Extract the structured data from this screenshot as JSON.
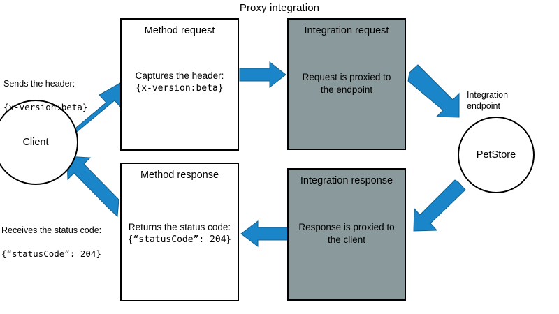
{
  "diagram": {
    "title": "Proxy integration",
    "type": "flow-diagram",
    "accent_color": "#1a85c8",
    "shaded_box_color": "#8a9a9c",
    "outline_color": "#000000",
    "background_color": "#ffffff"
  },
  "nodes": {
    "client": {
      "label": "Client",
      "shape": "circle"
    },
    "integration_endpoint": {
      "caption": "Integration\nendpoint",
      "label": "PetStore",
      "shape": "circle"
    },
    "method_request": {
      "title": "Method request",
      "body_line1": "Captures the header:",
      "body_line2": "{x-version:beta}",
      "shaded": false
    },
    "integration_request": {
      "title": "Integration request",
      "body_line1": "Request is proxied to",
      "body_line2": "the endpoint",
      "shaded": true
    },
    "method_response": {
      "title": "Method response",
      "body_line1": "Returns the status code:",
      "body_line2": "{“statusCode”: 204}",
      "shaded": false
    },
    "integration_response": {
      "title": "Integration response",
      "body_line1": "Response is proxied to",
      "body_line2": "the client",
      "shaded": true
    }
  },
  "annotations": {
    "request_note_line1": "Sends the header:",
    "request_note_line2": "{x-version:beta}",
    "response_note_line1": "Receives the status code:",
    "response_note_line2": "{“statusCode”: 204}"
  },
  "arrows": [
    {
      "name": "client-to-method-request",
      "direction": "up-right"
    },
    {
      "name": "method-request-to-integration-request",
      "direction": "right"
    },
    {
      "name": "integration-request-to-endpoint",
      "direction": "down-right"
    },
    {
      "name": "endpoint-to-integration-response",
      "direction": "down-left"
    },
    {
      "name": "integration-response-to-method-response",
      "direction": "left"
    },
    {
      "name": "method-response-to-client",
      "direction": "up-left"
    }
  ]
}
